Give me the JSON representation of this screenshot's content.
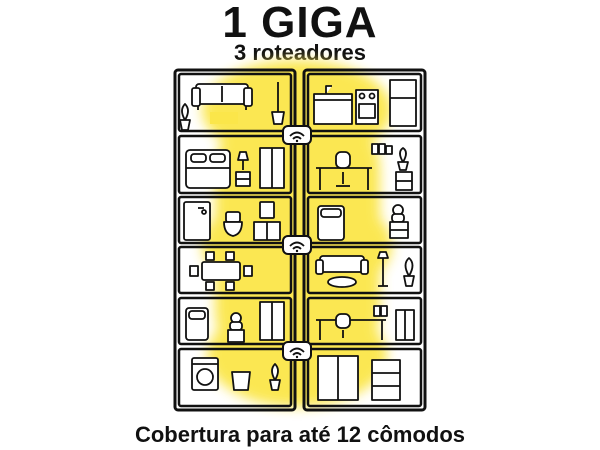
{
  "header": {
    "title": "1 GIGA",
    "subtitle": "3 roteadores"
  },
  "footer": {
    "caption": "Cobertura para até 12 cômodos"
  },
  "colors": {
    "coverage": "#fbe64a",
    "line": "#111111",
    "background": "#ffffff"
  },
  "icons": {
    "left_rooms": [
      [
        "sofa-icon",
        "floor-lamp-icon",
        "plant-icon",
        "broom-icon"
      ],
      [
        "double-bed-icon",
        "table-lamp-icon",
        "nightstand-icon",
        "wardrobe-icon"
      ],
      [
        "shower-icon",
        "toilet-icon",
        "mirror-icon",
        "sink-cabinet-icon"
      ],
      [
        "dining-table-icon",
        "chair-icon"
      ],
      [
        "single-bed-icon",
        "teddy-bear-icon",
        "wardrobe-icon"
      ],
      [
        "washing-machine-icon",
        "laundry-basket-icon",
        "plant-icon"
      ]
    ],
    "right_rooms": [
      [
        "kitchen-sink-icon",
        "stove-icon",
        "refrigerator-icon"
      ],
      [
        "desk-icon",
        "office-chair-icon",
        "books-icon",
        "plant-icon",
        "drawer-icon"
      ],
      [
        "single-bed-icon",
        "teddy-bear-icon",
        "nightstand-icon"
      ],
      [
        "sofa-icon",
        "coffee-table-icon",
        "floor-lamp-icon",
        "plant-icon"
      ],
      [
        "desk-icon",
        "office-chair-icon",
        "books-icon",
        "cabinet-icon"
      ],
      [
        "double-door-wardrobe-icon",
        "file-cabinet-icon"
      ]
    ],
    "router": "wifi-router-icon"
  }
}
